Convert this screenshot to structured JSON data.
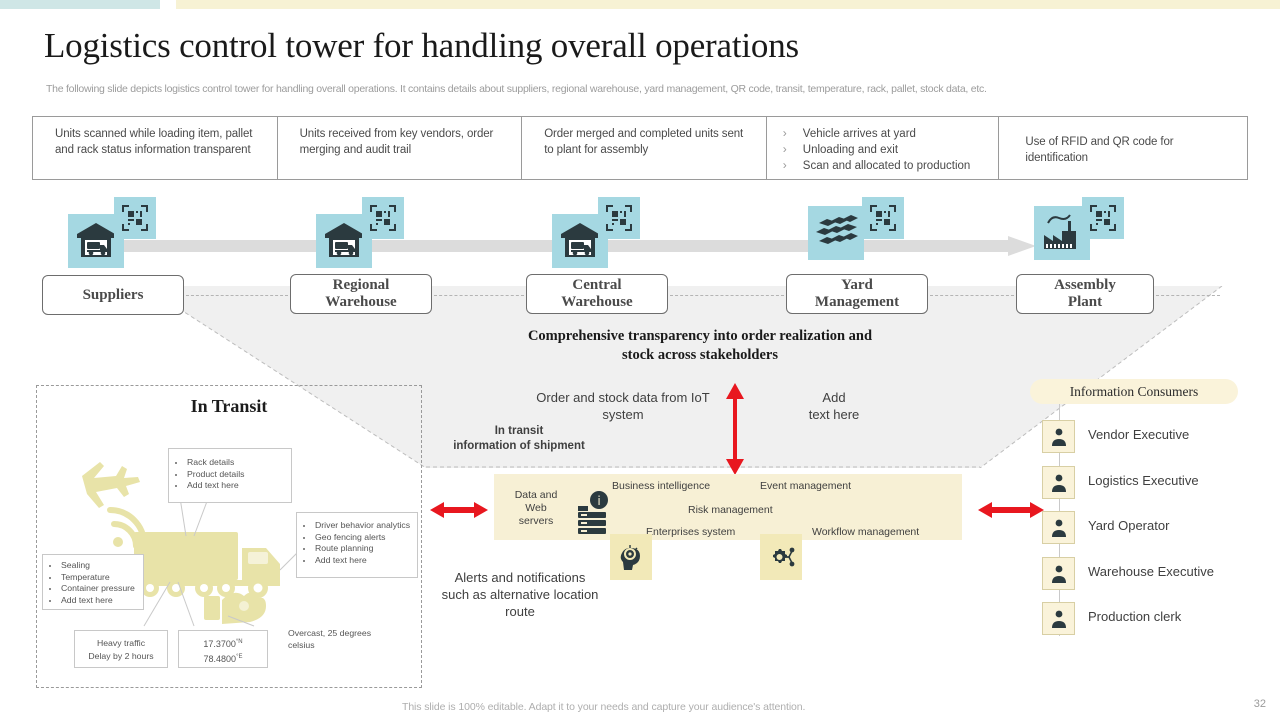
{
  "header": {
    "title": "Logistics control tower for handling overall operations",
    "subtitle": "The following slide depicts logistics control tower for handling overall operations. It contains details about suppliers, regional warehouse, yard management, QR code, transit, temperature, rack, pallet, stock data, etc."
  },
  "top_bars": {
    "left_color": "#cfe6e6",
    "right_color": "#f7f2d4"
  },
  "info_cells": [
    {
      "text": "Units scanned while loading item, pallet and rack status information transparent"
    },
    {
      "text": "Units received  from key vendors,  order  merging  and audit trail"
    },
    {
      "text": "Order merged and completed units sent to plant for assembly"
    },
    {
      "bullets": [
        "Vehicle arrives  at yard",
        "Unloading  and exit",
        "Scan and allocated to production"
      ]
    },
    {
      "text": "Use of RFID  and QR code for identification"
    }
  ],
  "stages": [
    {
      "label": "Suppliers",
      "icon": "warehouse-truck-icon",
      "badge": "qr-code-icon"
    },
    {
      "label": "Regional\nWarehouse",
      "icon": "warehouse-truck-icon",
      "badge": "qr-code-icon"
    },
    {
      "label": "Central\nWarehouse",
      "icon": "warehouse-truck-icon",
      "badge": "qr-code-icon"
    },
    {
      "label": "Yard\nManagement",
      "icon": "container-stack-icon",
      "badge": "qr-code-icon"
    },
    {
      "label": "Assembly\nPlant",
      "icon": "factory-icon",
      "badge": "qr-code-icon"
    }
  ],
  "center": {
    "headline": "Comprehensive transparency into order realization and stock across stakeholders",
    "iot_text": "Order and stock data from IoT system",
    "add_text": "Add\ntext here",
    "in_transit_text": "In transit\ninformation of shipment",
    "alerts_text": "Alerts and notifications such as alternative location route"
  },
  "transit": {
    "title": "In Transit",
    "callout_top": [
      "Rack details",
      "Product details",
      "Add  text here"
    ],
    "callout_right": [
      "Driver behavior analytics",
      "Geo fencing alerts",
      "Route planning",
      "Add  text here"
    ],
    "callout_left": [
      "Sealing",
      "Temperature",
      "Container pressure",
      "Add  text here"
    ],
    "traffic_line1": "Heavy traffic",
    "traffic_line2": "Delay by 2 hours",
    "coord_lat": "17.3700",
    "coord_lat_unit": "°N",
    "coord_lng": "78.4800",
    "coord_lng_unit": "°E",
    "weather": "Overcast, 25 degrees celsius"
  },
  "iot_band": {
    "server_label": "Data and\nWeb\nservers",
    "labels": [
      "Business intelligence",
      "Event management",
      "Risk  management",
      "Enterprises system",
      "Workflow management"
    ],
    "tiles": [
      "ai-brain-icon",
      "workflow-gear-icon"
    ]
  },
  "consumers": {
    "title": "Information Consumers",
    "items": [
      "Vendor Executive",
      "Logistics Executive",
      "Yard Operator",
      "Warehouse Executive",
      "Production clerk"
    ]
  },
  "footer": {
    "note": "This slide is 100% editable. Adapt it to your needs and capture your audience's attention.",
    "page": "32"
  },
  "colors": {
    "icon_blue": "#a5d8e2",
    "khaki": "#e8e3a8",
    "band_yellow": "#f7f0d5",
    "funnel_gray": "#f0f0f0",
    "red_arrow": "#e8171f"
  }
}
